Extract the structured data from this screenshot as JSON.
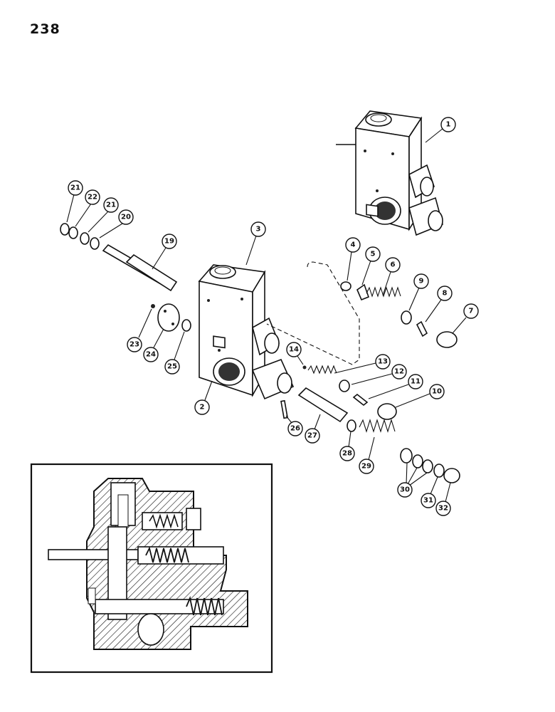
{
  "page": {
    "number": "238"
  },
  "callouts": [
    {
      "id": "c1",
      "label": "1"
    },
    {
      "id": "c2",
      "label": "2"
    },
    {
      "id": "c3",
      "label": "3"
    },
    {
      "id": "c4",
      "label": "4"
    },
    {
      "id": "c5",
      "label": "5"
    },
    {
      "id": "c6",
      "label": "6"
    },
    {
      "id": "c7",
      "label": "7"
    },
    {
      "id": "c8",
      "label": "8"
    },
    {
      "id": "c9",
      "label": "9"
    },
    {
      "id": "c10",
      "label": "10"
    },
    {
      "id": "c11",
      "label": "11"
    },
    {
      "id": "c12",
      "label": "12"
    },
    {
      "id": "c13",
      "label": "13"
    },
    {
      "id": "c14",
      "label": "14"
    },
    {
      "id": "c19",
      "label": "19"
    },
    {
      "id": "c20",
      "label": "20"
    },
    {
      "id": "c21a",
      "label": "21"
    },
    {
      "id": "c21b",
      "label": "21"
    },
    {
      "id": "c22",
      "label": "22"
    },
    {
      "id": "c23",
      "label": "23"
    },
    {
      "id": "c24",
      "label": "24"
    },
    {
      "id": "c25",
      "label": "25"
    },
    {
      "id": "c26",
      "label": "26"
    },
    {
      "id": "c27",
      "label": "27"
    },
    {
      "id": "c28",
      "label": "28"
    },
    {
      "id": "c29",
      "label": "29"
    },
    {
      "id": "c30",
      "label": "30"
    },
    {
      "id": "c31",
      "label": "31"
    },
    {
      "id": "c32",
      "label": "32"
    }
  ]
}
